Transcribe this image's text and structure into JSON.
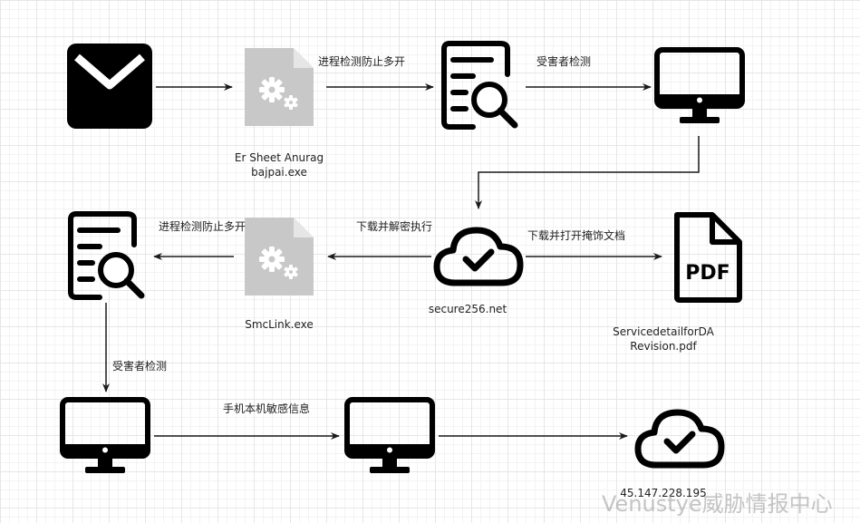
{
  "nodes": {
    "email": {
      "icon": "email-icon"
    },
    "exe1": {
      "icon": "gear-file-icon",
      "caption_line1": "Er Sheet Anurag",
      "caption_line2": "bajpai.exe"
    },
    "check1": {
      "icon": "document-search-icon"
    },
    "pc1": {
      "icon": "monitor-icon"
    },
    "cloud1": {
      "icon": "cloud-check-icon",
      "caption": "secure256.net"
    },
    "pdf": {
      "icon": "pdf-file-icon",
      "badge": "PDF",
      "caption_line1": "ServicedetailforDA",
      "caption_line2": "Revision.pdf"
    },
    "exe2": {
      "icon": "gear-file-icon",
      "caption": "SmcLink.exe"
    },
    "check2": {
      "icon": "document-search-icon"
    },
    "pc2": {
      "icon": "monitor-icon"
    },
    "pc3": {
      "icon": "monitor-icon"
    },
    "cloud2": {
      "icon": "cloud-check-icon",
      "caption": "45.147.228.195"
    }
  },
  "edges": {
    "exe1_to_check1": "进程检测防止多开",
    "check1_to_pc1": "受害者检测",
    "cloud1_to_exe2": "下载并解密执行",
    "cloud1_to_pdf": "下载并打开掩饰文档",
    "exe2_to_check2": "进程检测防止多开",
    "check2_to_pc2": "受害者检测",
    "pc2_to_pc3": "手机本机敏感信息"
  },
  "watermark": "Venustye威胁情报中心",
  "colors": {
    "line": "#1a1a1a",
    "icon": "#000000",
    "gear_file": "#c8c8c8"
  }
}
